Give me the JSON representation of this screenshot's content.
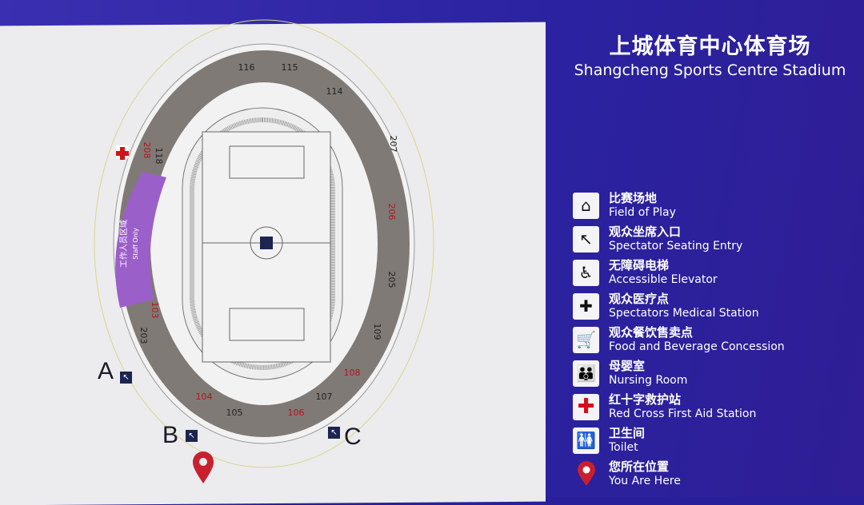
{
  "header": {
    "title_zh": "上城体育中心体育场",
    "title_en": "Shangcheng Sports Centre Stadium"
  },
  "legend": [
    {
      "icon": "field-of-play-icon",
      "glyph": "⌂",
      "zh": "比赛场地",
      "en": "Field of Play"
    },
    {
      "icon": "seating-entry-icon",
      "glyph": "↖",
      "zh": "观众坐席入口",
      "en": "Spectator Seating Entry"
    },
    {
      "icon": "accessible-elevator-icon",
      "glyph": "♿",
      "zh": "无障碍电梯",
      "en": "Accessible Elevator"
    },
    {
      "icon": "medical-icon",
      "glyph": "✚",
      "zh": "观众医疗点",
      "en": "Spectators Medical Station"
    },
    {
      "icon": "cart-icon",
      "glyph": "🛒",
      "zh": "观众餐饮售卖点",
      "en": "Food and Beverage Concession"
    },
    {
      "icon": "nursing-room-icon",
      "glyph": "👪",
      "zh": "母婴室",
      "en": "Nursing Room"
    },
    {
      "icon": "red-cross-icon",
      "glyph": "✚",
      "zh": "红十字救护站",
      "en": "Red Cross First Aid Station"
    },
    {
      "icon": "toilet-icon",
      "glyph": "🚻",
      "zh": "卫生间",
      "en": "Toilet"
    },
    {
      "icon": "location-pin-icon",
      "glyph": "",
      "zh": "您所在位置",
      "en": "You Are Here"
    }
  ],
  "map": {
    "staff_zone_zh": "工作人员区域",
    "staff_zone_en": "Staff Only",
    "gates": [
      "A",
      "B",
      "C"
    ],
    "sections": [
      "116",
      "115",
      "114",
      "207",
      "206",
      "205",
      "109",
      "108",
      "107",
      "106",
      "105",
      "104",
      "103",
      "203",
      "208",
      "118"
    ]
  },
  "colors": {
    "background": "#2a22a0",
    "staff_zone": "#9b5fc9",
    "stands": "#7f7a76",
    "red_cross": "#d0121b",
    "pin": "#c8202e"
  }
}
